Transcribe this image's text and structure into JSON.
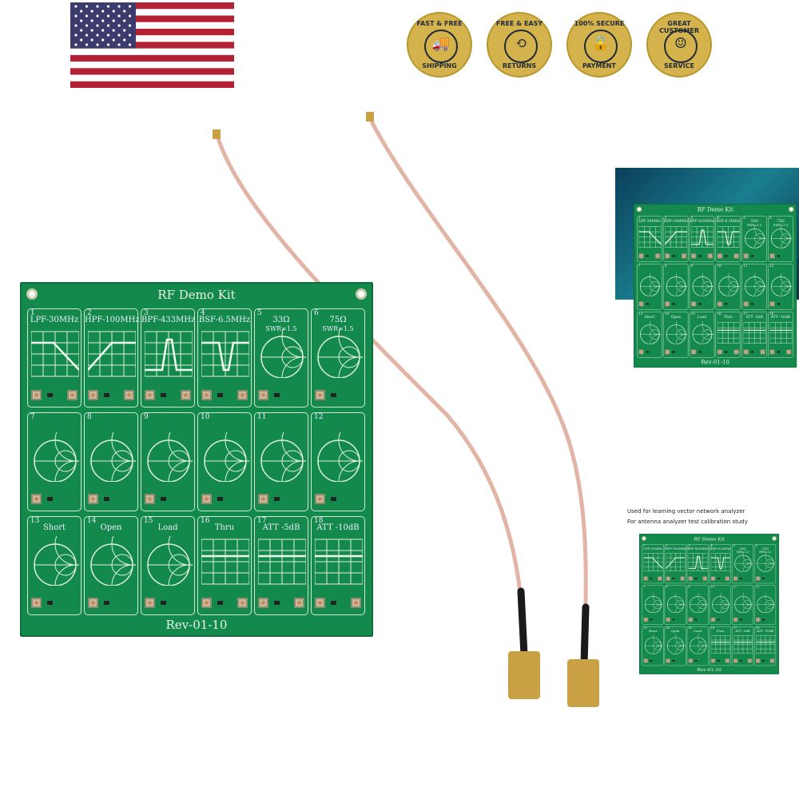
{
  "flag": {
    "name": "us-flag",
    "colors": {
      "red": "#b22234",
      "white": "#ffffff",
      "blue": "#3c3b6e"
    }
  },
  "badges": [
    {
      "top": "FAST & FREE",
      "bottom": "SHIPPING",
      "icon": "truck-icon"
    },
    {
      "top": "FREE & EASY",
      "bottom": "RETURNS",
      "icon": "box-return-icon"
    },
    {
      "top": "100% SECURE",
      "bottom": "PAYMENT",
      "icon": "lock-icon"
    },
    {
      "top": "GREAT CUSTOMER",
      "bottom": "SERVICE",
      "icon": "headset-icon"
    }
  ],
  "board": {
    "title": "RF Demo Kit",
    "revision": "Rev-01-10",
    "pcb_color": "#138a4c",
    "cells": [
      {
        "num": "1",
        "label": "LPF-30MHz",
        "graph": "lpf"
      },
      {
        "num": "2",
        "label": "HPF-100MHz",
        "graph": "hpf"
      },
      {
        "num": "3",
        "label": "BPF-433MHz",
        "graph": "bpf"
      },
      {
        "num": "4",
        "label": "BSF-6.5MHz",
        "graph": "bsf"
      },
      {
        "num": "5",
        "label": "33Ω",
        "sub": "SWR=1.5",
        "graph": "smith"
      },
      {
        "num": "6",
        "label": "75Ω",
        "sub": "SWR=1.5",
        "graph": "smith"
      },
      {
        "num": "7",
        "label": "",
        "graph": "smith"
      },
      {
        "num": "8",
        "label": "",
        "graph": "smith"
      },
      {
        "num": "9",
        "label": "",
        "graph": "smith"
      },
      {
        "num": "10",
        "label": "",
        "graph": "smith"
      },
      {
        "num": "11",
        "label": "",
        "graph": "smith"
      },
      {
        "num": "12",
        "label": "",
        "graph": "smith"
      },
      {
        "num": "13",
        "label": "Short",
        "graph": "smith"
      },
      {
        "num": "14",
        "label": "Open",
        "graph": "smith"
      },
      {
        "num": "15",
        "label": "Load",
        "graph": "smith"
      },
      {
        "num": "16",
        "label": "Thru",
        "graph": "flat"
      },
      {
        "num": "17",
        "label": "ATT -5dB",
        "graph": "flat"
      },
      {
        "num": "18",
        "label": "ATT -10dB",
        "graph": "flat"
      }
    ]
  },
  "caption": {
    "line1": "Used for learning vector network analyzer",
    "line2": "For antenna analyzer test calibration study"
  },
  "cable_color": "#e2b4a6",
  "connector_color": "#c9a043"
}
